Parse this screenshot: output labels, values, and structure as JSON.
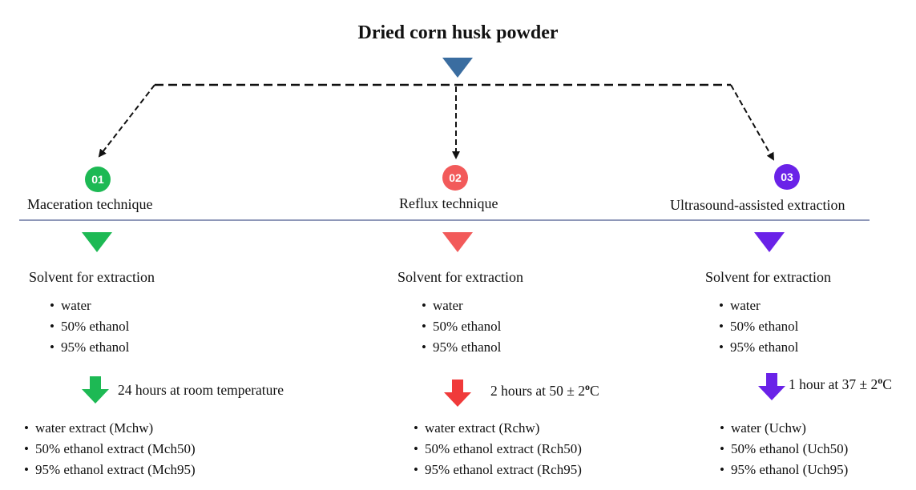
{
  "title": "Dried corn husk powder",
  "colors": {
    "top_triangle": "#3a6da0",
    "green": "#1db954",
    "red": "#f25a5a",
    "red_arrow": "#f03a3a",
    "purple": "#6a22e8",
    "divider": "#8e97b8"
  },
  "columns": [
    {
      "badge": "01",
      "technique": "Maceration technique",
      "solvent_heading": "Solvent for extraction",
      "solvents": [
        "water",
        "50% ethanol",
        "95% ethanol"
      ],
      "condition": "24 hours at room temperature",
      "extracts": [
        "water extract (Mchw)",
        "50% ethanol extract (Mch50)",
        "95% ethanol extract (Mch95)"
      ]
    },
    {
      "badge": "02",
      "technique": "Reflux technique",
      "solvent_heading": "Solvent for extraction",
      "solvents": [
        "water",
        "50% ethanol",
        "95% ethanol"
      ],
      "condition_text": "2 hours at 50",
      "condition_pm": "± 2",
      "condition_deg": "o",
      "condition_unit": "C",
      "extracts": [
        "water extract (Rchw)",
        "50% ethanol extract (Rch50)",
        "95% ethanol extract (Rch95)"
      ]
    },
    {
      "badge": "03",
      "technique": "Ultrasound-assisted extraction",
      "solvent_heading": "Solvent for extraction",
      "solvents": [
        "water",
        "50% ethanol",
        "95% ethanol"
      ],
      "condition_text": "1 hour at 37",
      "condition_pm": "± 2",
      "condition_deg": "o",
      "condition_unit": "C",
      "extracts": [
        "water (Uchw)",
        "50% ethanol (Uch50)",
        "95% ethanol (Uch95)"
      ]
    }
  ]
}
